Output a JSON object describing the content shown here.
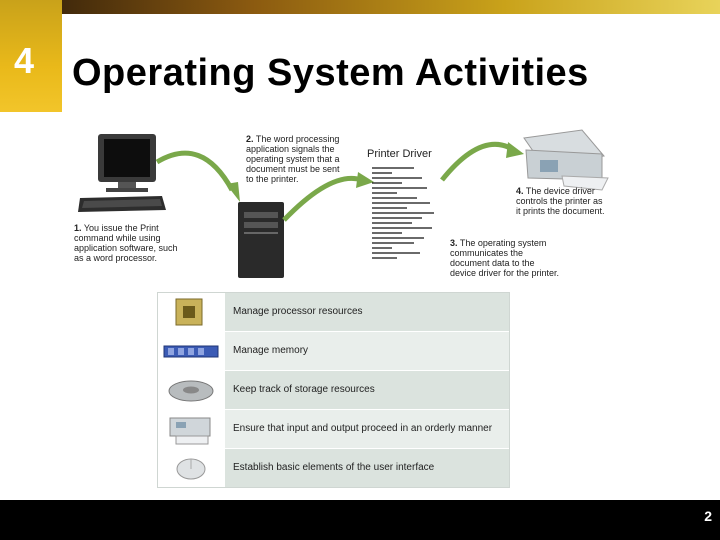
{
  "slide": {
    "chapter": "4",
    "title": "Operating System Activities",
    "page_number": "2"
  },
  "diagram": {
    "printer_driver_label": "Printer Driver",
    "steps": [
      {
        "num": "1.",
        "lines": [
          "You issue the Print",
          "command while using",
          "application software, such",
          "as a word processor."
        ]
      },
      {
        "num": "2.",
        "lines": [
          "The word processing",
          "application signals the",
          "operating system that a",
          "document must be sent",
          "to the printer."
        ]
      },
      {
        "num": "3.",
        "lines": [
          "The operating system",
          "communicates the",
          "document data to the",
          "device driver for the printer."
        ]
      },
      {
        "num": "4.",
        "lines": [
          "The device driver",
          "controls the printer as",
          "it prints the document."
        ]
      }
    ]
  },
  "activities": [
    {
      "label": "Manage processor resources",
      "icon": "processor-chip-icon"
    },
    {
      "label": "Manage memory",
      "icon": "memory-module-icon"
    },
    {
      "label": "Keep track of storage resources",
      "icon": "hard-disk-icon"
    },
    {
      "label": "Ensure that input and output proceed in an orderly manner",
      "icon": "printer-icon"
    },
    {
      "label": "Establish basic elements of the user interface",
      "icon": "mouse-icon"
    }
  ],
  "colors": {
    "arrow_green": "#7aa84a",
    "header_gold": "#e9b91a",
    "row_shade_dark": "#dbe3de",
    "row_shade_light": "#e9eeeb"
  }
}
